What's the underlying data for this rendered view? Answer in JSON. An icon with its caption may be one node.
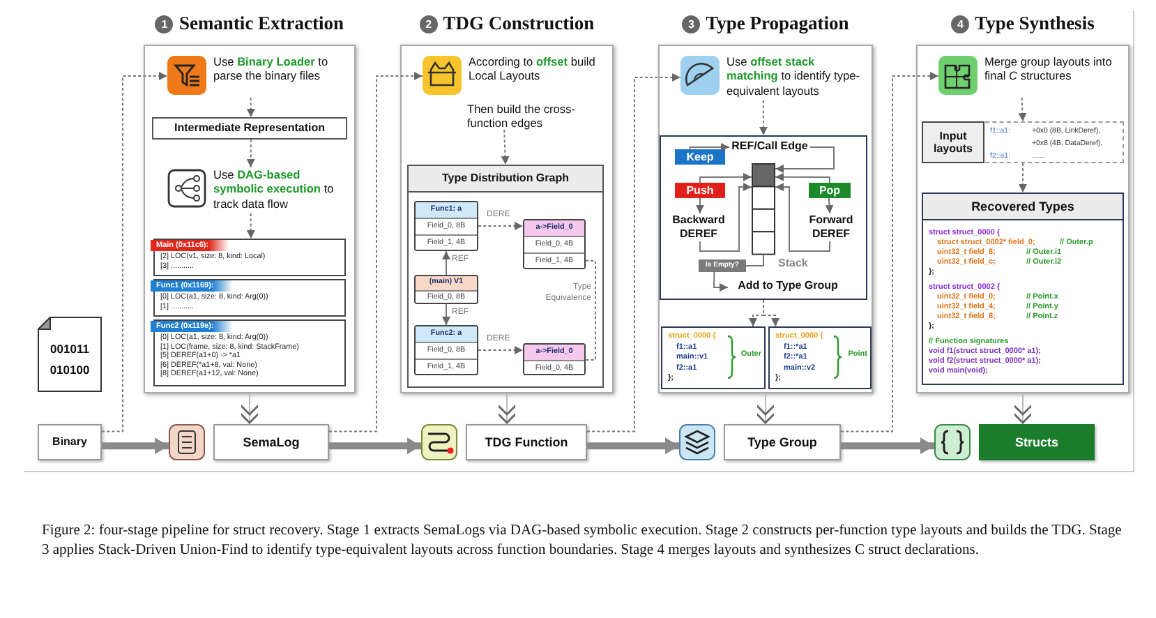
{
  "diagram": {
    "caption": "Figure 2: four-stage pipeline for struct recovery. Stage 1 extracts SemaLogs via DAG-based symbolic execution. Stage 2 constructs per-function type layouts and builds the TDG. Stage 3 applies Stack-Driven Union-Find to identify type-equivalent layouts across function boundaries. Stage 4 merges layouts and synthesizes C struct declarations.",
    "nodes": [
      {
        "text": [
          "Semantic Extraction"
        ],
        "beside": [
          "1"
        ]
      },
      {
        "text": [
          "Use **Binary Loader** to parse the binary files"
        ],
        "in": 0
      },
      {
        "text": [
          "Intermediate Representation"
        ],
        "in": 0
      },
      {
        "text": [
          "Use **DAG-based symbolic execution** to track data flow"
        ],
        "in": 0
      },
      {
        "text": [
          "Main (0x11c6):",
          "[2] LOC(v1, size: 8, kind: Local)",
          "[3] ..........."
        ],
        "in": 0
      },
      {
        "text": [
          "Func1 (0x1169):",
          "[0] LOC(a1, size: 8, kind: Arg(0))",
          "[1] ..........."
        ],
        "in": 0
      },
      {
        "text": [
          "Func2 (0x119e):",
          "[0] LOC(a1, size: 8, kind: Arg(0))",
          "[1] LOC(frame, size: 8, kind: StackFrame)",
          "[5] DEREF(a1+0) -> *a1",
          "[6] DEREF(*a1+8, val: None)",
          "[8] DEREF(a1+12, val: None)"
        ],
        "in": 0
      },
      {
        "text": [
          "001011",
          "010100"
        ]
      },
      {
        "text": [
          "TDG Construction"
        ],
        "beside": [
          "2"
        ]
      },
      {
        "text": [
          "According to **offset** build Local Layouts"
        ],
        "in": 8
      },
      {
        "text": [
          "Then build the cross-function edges"
        ],
        "in": 8
      },
      {
        "text": [
          "Type Distribution Graph"
        ],
        "in": 8
      },
      {
        "text": [
          "Func1: a",
          "Field_0, 8B",
          "Field_1, 4B"
        ],
        "in": 11
      },
      {
        "text": [
          "a->Field_0",
          "Field_0, 4B",
          "Field_1, 4B"
        ],
        "in": 11
      },
      {
        "text": [
          "(main) V1",
          "Field_0, 8B"
        ],
        "in": 11
      },
      {
        "text": [
          "Func2: a",
          "Field_0, 8B",
          "Field_1, 4B"
        ],
        "in": 11
      },
      {
        "text": [
          "a->Field_0",
          "Field_0, 4B"
        ],
        "in": 11
      },
      {
        "text": [
          "Type Propagation"
        ],
        "beside": [
          "3"
        ]
      },
      {
        "text": [
          "Use **offset stack matching** to identify type-equivalent layouts"
        ],
        "in": 17
      },
      {
        "text": [],
        "shape": "box",
        "in": 17
      },
      {
        "text": [
          "REF/Call Edge"
        ],
        "in": 19
      },
      {
        "text": [
          "Keep"
        ],
        "in": 19
      },
      {
        "text": [
          "Push"
        ],
        "in": 19
      },
      {
        "text": [
          "Pop"
        ],
        "in": 19
      },
      {
        "text": [
          "Backward DEREF"
        ],
        "in": 19
      },
      {
        "text": [
          "Forward DEREF"
        ],
        "in": 19
      },
      {
        "text": [],
        "shape": "box",
        "beside": [
          "Stack"
        ],
        "in": 19
      },
      {
        "text": [
          "Is Empty?"
        ],
        "in": 19
      },
      {
        "text": [
          "Add to Type Group"
        ],
        "in": 19
      },
      {
        "text": [
          "struct_0000 {",
          "f1::a1",
          "main::v1",
          "f2::a1",
          "};",
          "Outer"
        ],
        "in": 17
      },
      {
        "text": [
          "struct_0000 {",
          "f1::*a1",
          "f2::*a1",
          "main::v2",
          "};",
          "Point"
        ],
        "in": 17
      },
      {
        "text": [
          "Type Synthesis"
        ],
        "beside": [
          "4"
        ]
      },
      {
        "text": [
          "Merge group layouts into final *C* structures"
        ],
        "in": 31
      },
      {
        "text": [
          "Input layouts",
          "f1::a1:",
          "+0x0 (8B, LinkDeref),",
          "+0x8 (4B, DataDeref),",
          "f2::a1:",
          "......"
        ],
        "in": 31
      },
      {
        "text": [
          "Recovered Types",
          "struct struct_0000 {",
          "struct struct_0002* field_0;",
          "// Outer.p",
          "uint32_t field_8;",
          "// Outer.i1",
          "uint32_t field_c;",
          "// Outer.i2",
          "};",
          "struct struct_0002 {",
          "uint32_t field_0;",
          "// Point.x",
          "uint32_t field_4;",
          "// Point.y",
          "uint32_t field_8;",
          "// Point.z",
          "};",
          "// Function signatures",
          "void f1(struct struct_0000* a1);",
          "void f2(struct struct_0000* a1);",
          "void main(void);"
        ],
        "in": 31
      },
      {
        "text": [
          "Binary"
        ]
      },
      {
        "text": [
          "SemaLog"
        ]
      },
      {
        "text": [
          "TDG Function"
        ]
      },
      {
        "text": [
          "Type Group"
        ]
      },
      {
        "text": [
          "Structs"
        ]
      }
    ],
    "edges": [
      {
        "from": 35,
        "to": 1,
        "arrow": "to",
        "style": "dashed"
      },
      {
        "from": 36,
        "to": 9,
        "arrow": "to",
        "style": "dashed"
      },
      {
        "from": 37,
        "to": 18,
        "arrow": "to",
        "style": "dashed"
      },
      {
        "from": 38,
        "to": 32,
        "arrow": "to",
        "style": "dashed"
      },
      {
        "from": 35,
        "to": 36,
        "arrow": "to",
        "style": "thick"
      },
      {
        "from": 36,
        "to": 37,
        "arrow": "to",
        "style": "thick"
      },
      {
        "from": 37,
        "to": 38,
        "arrow": "to",
        "style": "thick"
      },
      {
        "from": 38,
        "to": 39,
        "arrow": "to",
        "style": "thick"
      },
      {
        "from": 0,
        "to": 36,
        "arrow": "to"
      },
      {
        "from": 8,
        "to": 37,
        "arrow": "to"
      },
      {
        "from": 17,
        "to": 38,
        "arrow": "to"
      },
      {
        "from": 31,
        "to": 39,
        "arrow": "to"
      },
      {
        "from": 1,
        "to": 2,
        "arrow": "to",
        "style": "dashed"
      },
      {
        "from": 2,
        "to": 3,
        "arrow": "to",
        "style": "dashed"
      },
      {
        "from": 3,
        "to": 4,
        "arrow": "to",
        "style": "dashed"
      },
      {
        "from": 10,
        "to": 11,
        "arrow": "to",
        "style": "dashed"
      },
      {
        "from": 14,
        "to": 12,
        "arrow": "to",
        "label": "REF"
      },
      {
        "from": 14,
        "to": 15,
        "arrow": "to",
        "label": "REF"
      },
      {
        "from": 12,
        "to": 13,
        "arrow": "to",
        "label": "DERE",
        "style": "dashed"
      },
      {
        "from": 15,
        "to": 16,
        "arrow": "to",
        "label": "DERE",
        "style": "dashed"
      },
      {
        "from": 13,
        "to": 16,
        "arrow": "none",
        "label": "Type Equivalence",
        "style": "dashed"
      },
      {
        "from": 18,
        "to": 19,
        "arrow": "to",
        "style": "dashed"
      },
      {
        "from": 21,
        "to": 20,
        "arrow": "to"
      },
      {
        "from": 20,
        "to": 26,
        "arrow": "to"
      },
      {
        "from": 22,
        "to": 26,
        "arrow": "to"
      },
      {
        "from": 23,
        "to": 26,
        "arrow": "to"
      },
      {
        "from": 22,
        "to": 24,
        "arrow": "to"
      },
      {
        "from": 23,
        "to": 25,
        "arrow": "to"
      },
      {
        "from": 24,
        "to": 26,
        "arrow": "to"
      },
      {
        "from": 25,
        "to": 26,
        "arrow": "to"
      },
      {
        "from": 26,
        "to": 27,
        "arrow": "none"
      },
      {
        "from": 27,
        "to": 28,
        "arrow": "to"
      },
      {
        "from": 19,
        "to": 29,
        "arrow": "to",
        "style": "dashed"
      },
      {
        "from": 32,
        "to": 33,
        "arrow": "to",
        "style": "dashed"
      },
      {
        "from": 33,
        "to": 34,
        "arrow": "to",
        "style": "dashed"
      },
      {
        "from": 19,
        "to": 30,
        "arrow": "to",
        "style": "dashed"
      }
    ]
  }
}
